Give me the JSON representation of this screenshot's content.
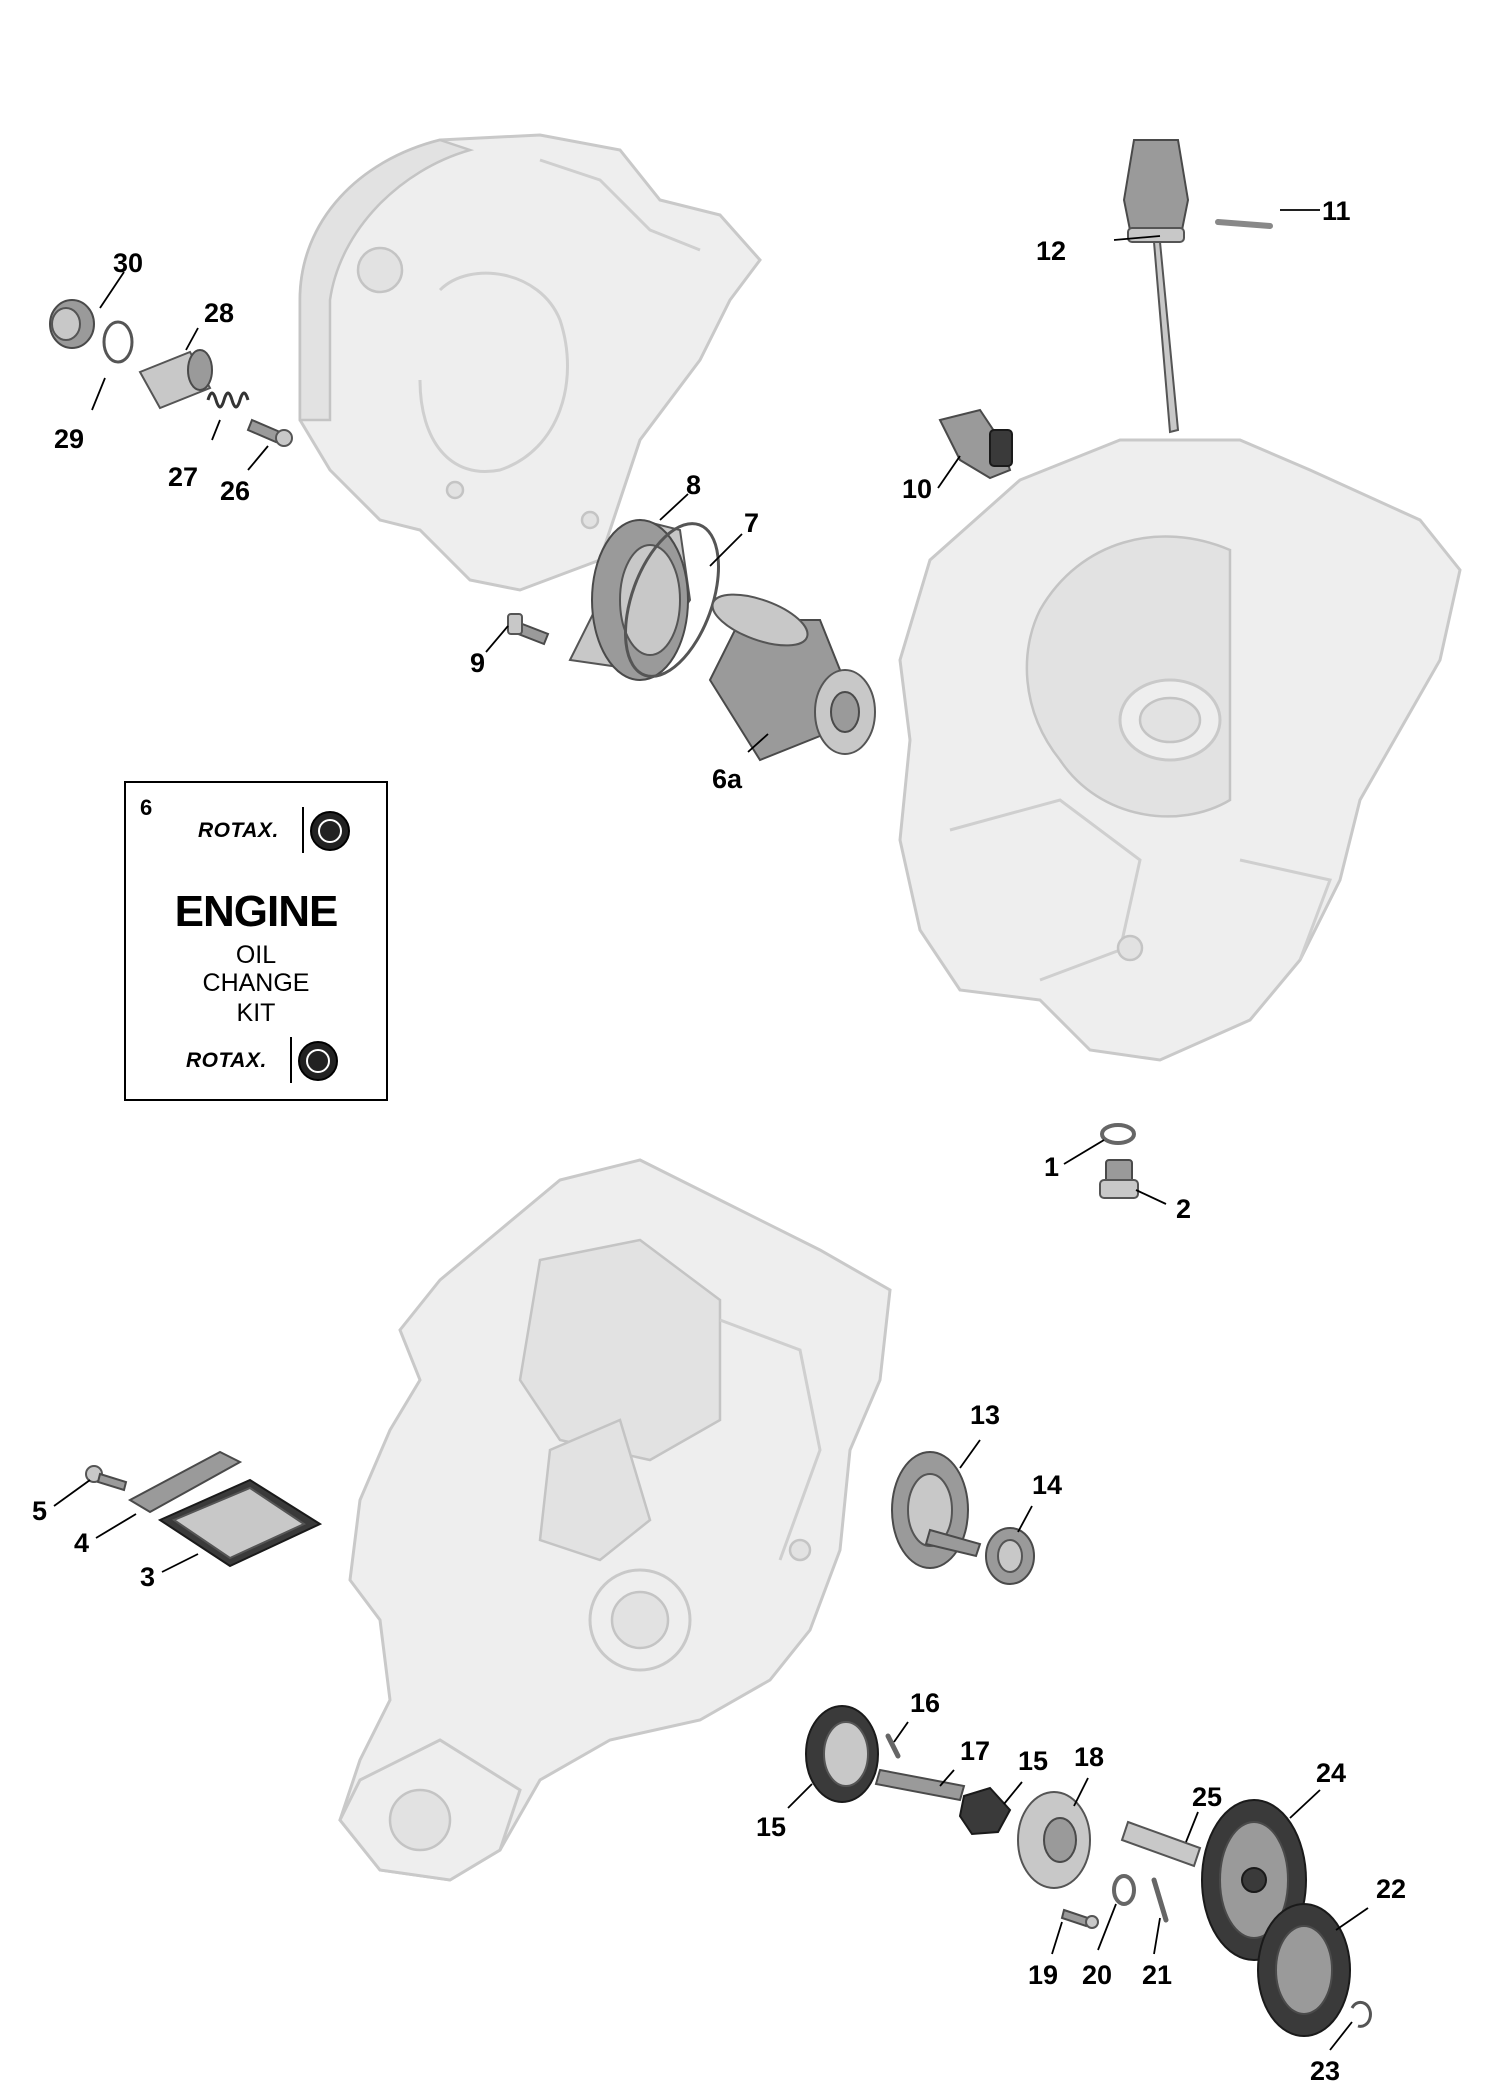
{
  "callouts": {
    "c1": "1",
    "c2": "2",
    "c3": "3",
    "c4": "4",
    "c5": "5",
    "c6a": "6a",
    "c7": "7",
    "c8": "8",
    "c9": "9",
    "c10": "10",
    "c11": "11",
    "c12": "12",
    "c13": "13",
    "c14": "14",
    "c15a": "15",
    "c15b": "15",
    "c16": "16",
    "c17": "17",
    "c18": "18",
    "c19": "19",
    "c20": "20",
    "c21": "21",
    "c22": "22",
    "c23": "23",
    "c24": "24",
    "c25": "25",
    "c26": "26",
    "c27": "27",
    "c28": "28",
    "c29": "29",
    "c30": "30"
  },
  "kit": {
    "number": "6",
    "brand": "ROTAX.",
    "title": "ENGINE",
    "line1": "OIL",
    "line2": "CHANGE",
    "line3": "KIT"
  },
  "colors": {
    "housing_ghost": "#eeeeee",
    "part_gray": "#9a9a9a",
    "part_dark": "#3a3a3a"
  },
  "icons": [
    "brp-logo-icon"
  ]
}
